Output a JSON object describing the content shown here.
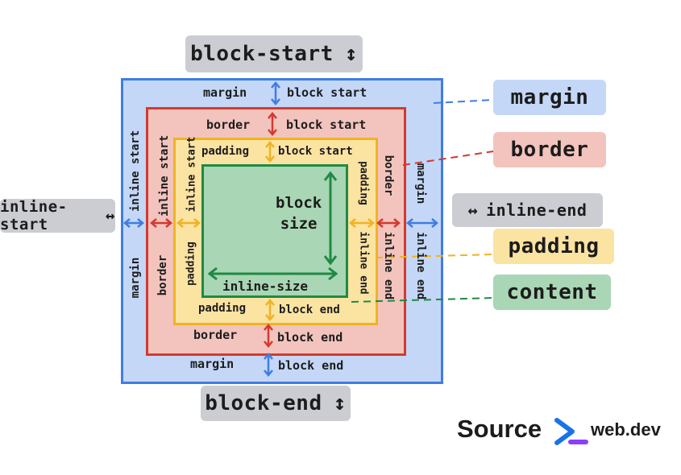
{
  "outer_tags": {
    "block_start": "block-start",
    "block_end": "block-end",
    "inline_start": "inline-start",
    "inline_end": "inline-end"
  },
  "legend": {
    "margin": "margin",
    "border": "border",
    "padding": "padding",
    "content": "content"
  },
  "margin_labels": {
    "top_word": "margin",
    "top_dir": "block start",
    "bottom_word": "margin",
    "bottom_dir": "block end",
    "left_word": "margin",
    "left_dir": "inline start",
    "right_word": "margin",
    "right_dir": "inline end"
  },
  "border_labels": {
    "top_word": "border",
    "top_dir": "block start",
    "bottom_word": "border",
    "bottom_dir": "block end",
    "left_word": "border",
    "left_dir": "inline start",
    "right_word": "border",
    "right_dir": "inline end"
  },
  "padding_labels": {
    "top_word": "padding",
    "top_dir": "block start",
    "bottom_word": "padding",
    "bottom_dir": "block end",
    "left_word": "padding",
    "left_dir": "inline start",
    "right_word": "padding",
    "right_dir": "inline end"
  },
  "content_labels": {
    "block_size_line1": "block",
    "block_size_line2": "size",
    "inline_size": "inline-size"
  },
  "source": {
    "label": "Source",
    "site": "web.dev"
  },
  "colors": {
    "margin_fill": "#c4d7f7",
    "margin_stroke": "#3f7de2",
    "border_fill": "#f2c4bd",
    "border_stroke": "#d4392f",
    "padding_fill": "#fbe3a2",
    "padding_stroke": "#f0b323",
    "content_fill": "#a9d6b4",
    "content_stroke": "#1f8a43",
    "tag_gray": "#cbcdd3"
  },
  "icons": [
    "double-arrow-vertical-icon",
    "double-arrow-horizontal-icon",
    "webdev-logo-icon"
  ]
}
